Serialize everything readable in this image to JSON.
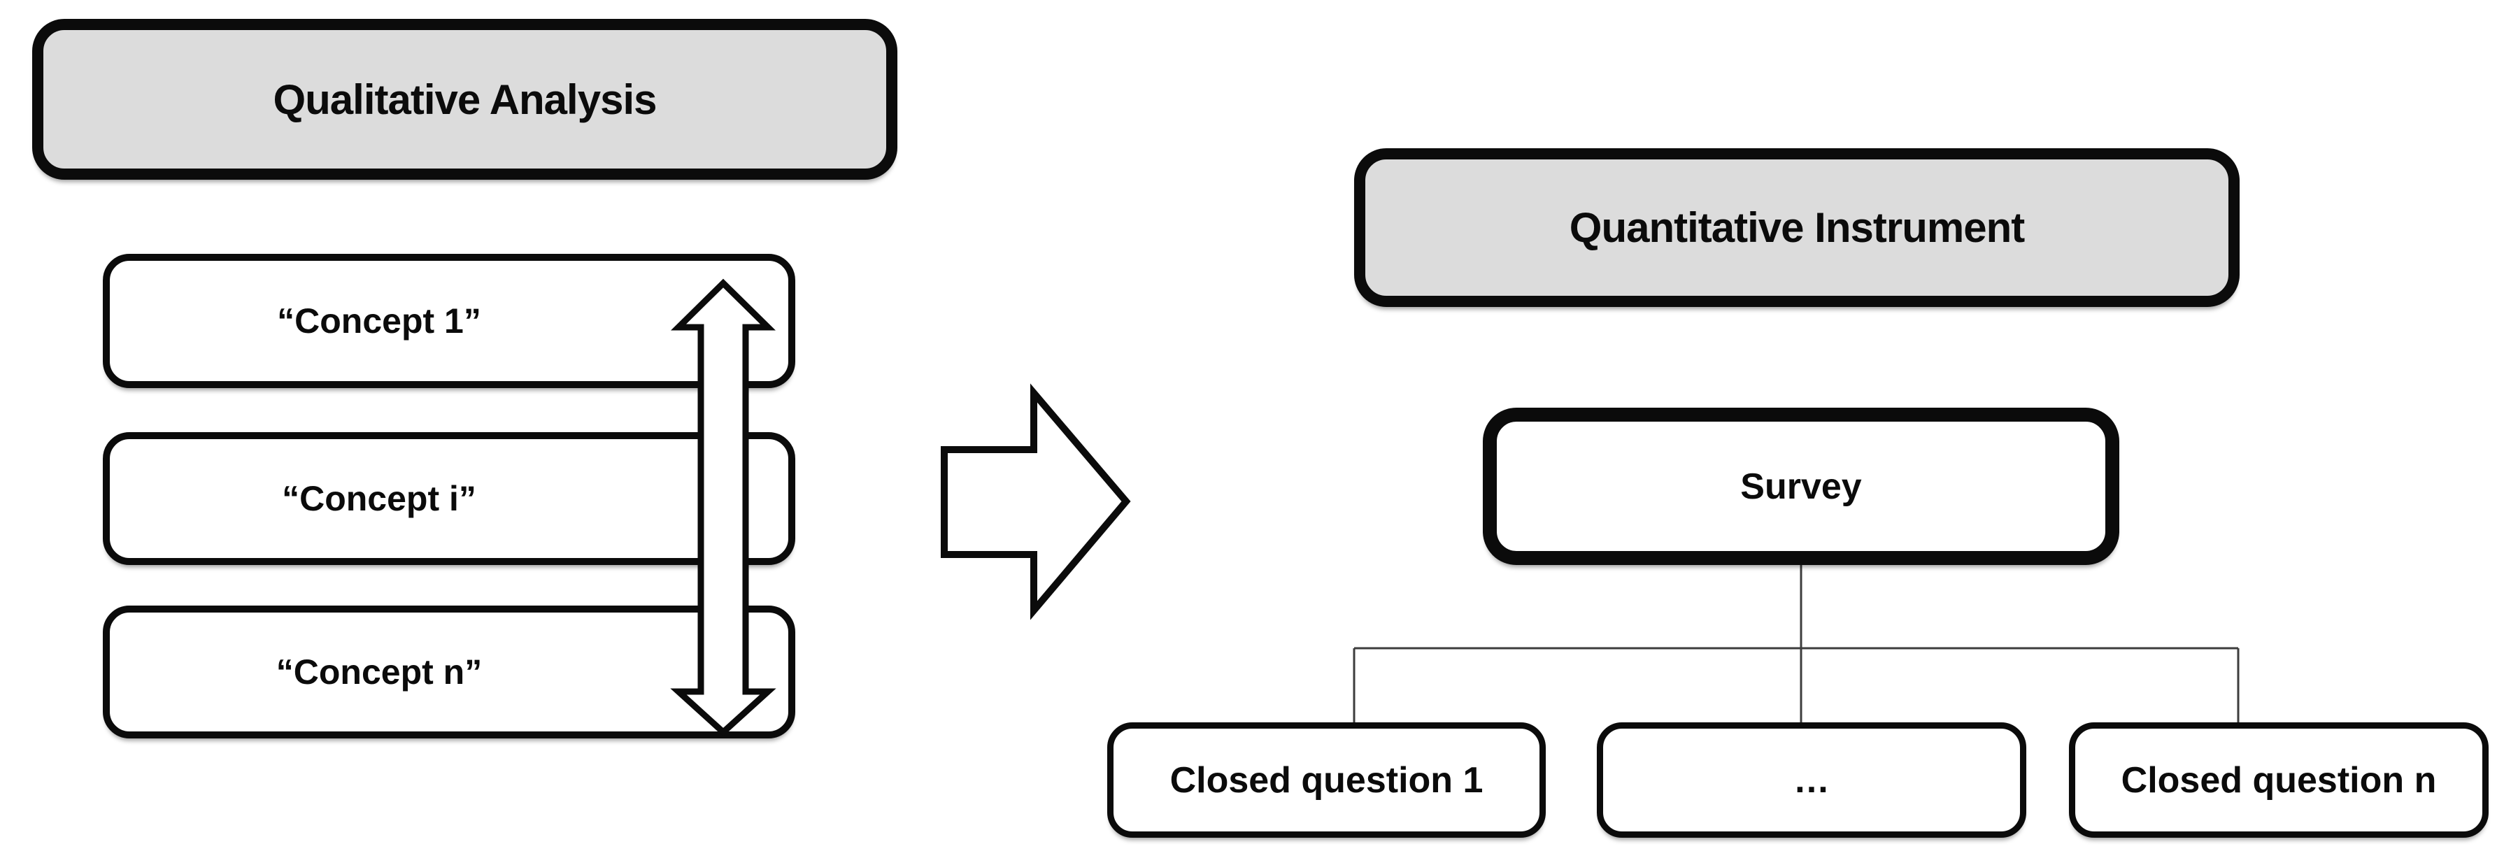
{
  "left": {
    "header": "Qualitative Analysis",
    "concepts": [
      "“Concept 1”",
      "“Concept i”",
      "“Concept n”"
    ]
  },
  "right": {
    "header": "Quantitative Instrument",
    "survey_label": "Survey",
    "questions": [
      "Closed question 1",
      "…",
      "Closed question n"
    ]
  },
  "icons": {
    "mapping_arrow": "vertical-double-arrow",
    "flow_arrow": "right-block-arrow",
    "tree_lines": "org-chart-connectors"
  },
  "palette": {
    "header_fill": "#dcdcdc",
    "node_fill": "#ffffff",
    "border": "#0b0b0b",
    "connector": "#3d3d3d",
    "background": "#ffffff"
  }
}
